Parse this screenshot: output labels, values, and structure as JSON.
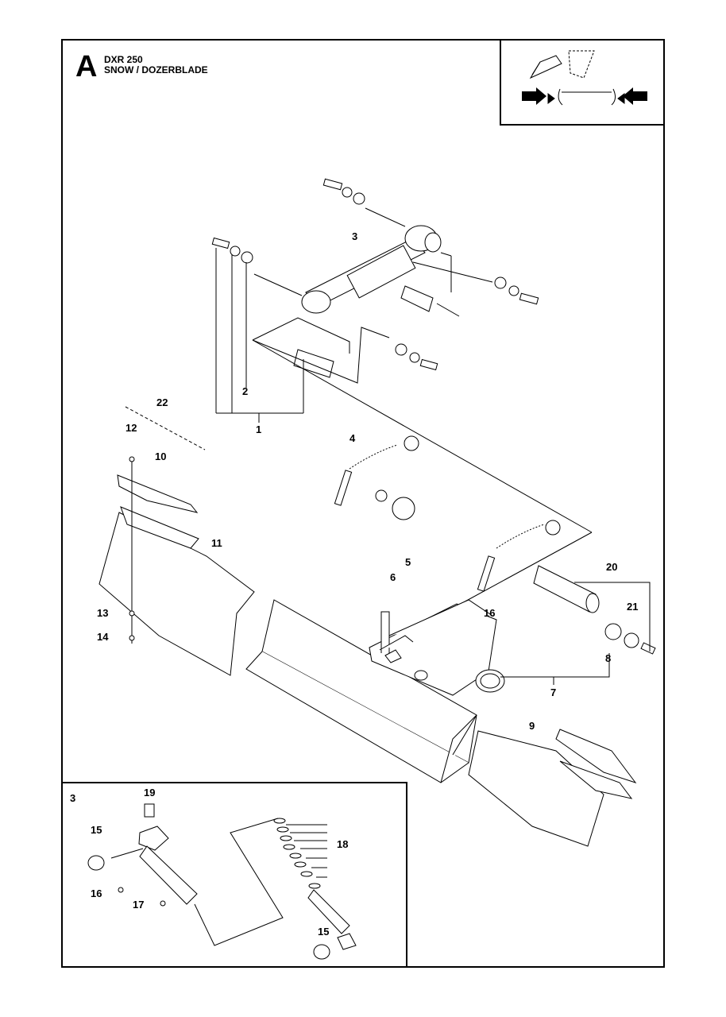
{
  "header": {
    "section_letter": "A",
    "model": "DXR 250",
    "title": "SNOW / DOZERBLADE"
  },
  "callouts": {
    "c1": "1",
    "c2": "2",
    "c3": "3",
    "c4": "4",
    "c5": "5",
    "c6": "6",
    "c7": "7",
    "c8": "8",
    "c9": "9",
    "c10": "10",
    "c11": "11",
    "c12": "12",
    "c13": "13",
    "c14": "14",
    "c16": "16",
    "c20": "20",
    "c21": "21",
    "c22": "22"
  },
  "detail": {
    "label": "3",
    "callouts": {
      "c15a": "15",
      "c15b": "15",
      "c16": "16",
      "c17": "17",
      "c18": "18",
      "c19": "19"
    }
  }
}
